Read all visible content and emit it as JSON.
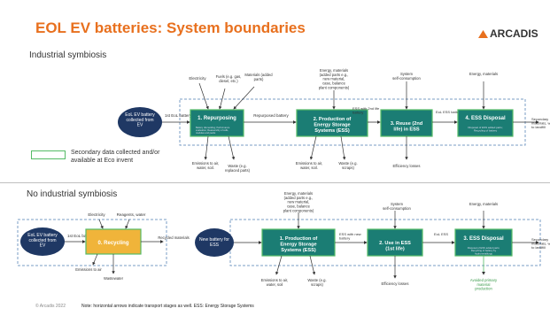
{
  "header": {
    "title": "EOL EV batteries: System boundaries",
    "logo_text": "ARCADIS"
  },
  "top": {
    "section_label": "Industrial symbiosis",
    "source": "EoL EV battery collected from EV",
    "arrow_first": "1st EoL battery",
    "inputs": {
      "electricity": "Electricity",
      "fuels": "Fuels (e.g. gas, diesel, etc.)",
      "materials": "Materials (added parts)",
      "energy_materials": "Energy, materials (added parts e.g., new material, case, balance plant components)",
      "self_consumption": "System self-consumption",
      "energy_materials_2": "Energy, materials"
    },
    "boxes": {
      "repurposing": "1. Repurposing",
      "repurposing_sub": "Battery dismantling; Performance evaluation; Reassembly of cells, modules and packs",
      "production": "2. Production of Energy Storage Systems (ESS)",
      "reuse": "3. Reuse (2nd life) in ESS",
      "disposal": "4. ESS Disposal",
      "disposal_sub": "Disposal of ESS added parts; Recycling of battery"
    },
    "arrows": {
      "repurposed": "Repurposed battery",
      "ess_with_battery": "ESS with 2nd life battery",
      "eol_ess": "EoL ESS battery",
      "secondary": "Secondary materials, waste to landfill"
    },
    "outputs": {
      "emissions1": "Emissions to air, water, soil.",
      "waste1": "Waste (e.g. replaced parts)",
      "emissions2": "Emissions to air, water, soil.",
      "waste2": "Waste (e.g. scraps)",
      "efficiency": "Efficiency losses"
    }
  },
  "legend": {
    "text": "Secondary data collected and/or available at Eco invent"
  },
  "bottom": {
    "section_label": "No industrial symbiosis",
    "source": "EoL EV battery collected from EV",
    "arrow_first": "1st EoL battery",
    "recycling": "0. Recycling",
    "electricity": "Electricity",
    "reagents": "Reagents, water",
    "recycled": "Recycled materials",
    "emissions_air": "Emissions to air",
    "wastewater": "Wastewater",
    "new_battery": "New battery for ESS",
    "energy_materials": "Energy, materials (added parts e.g., new material, case, balance plant components)",
    "self_consumption": "System self-consumption",
    "energy_materials_2": "Energy, materials",
    "production": "1. Production of Energy Storage Systems (ESS)",
    "use": "2. Use in ESS (1st life)",
    "disposal": "3. ESS Disposal",
    "disposal_sub": "Disposal of ESS added parts; Recycling of battery by hydrometallurgy",
    "ess_new": "ESS with new battery",
    "eol_ess": "EoL ESS",
    "secondary": "Secondary materials, waste to landfill",
    "emissions": "Emissions to air, water, soil",
    "waste": "Waste (e.g. scraps)",
    "efficiency": "Efficiency losses",
    "avoided": "Avoided primary material production"
  },
  "footer": {
    "copyright": "© Arcadis 2022",
    "note": "Note: horizontal arrows indicate transport stages as well. ESS: Energy Storage Systems"
  },
  "colors": {
    "accent": "#e8701e",
    "teal": "#1b7d74",
    "navy": "#1f3864",
    "recycle": "#f0b43a",
    "border_green": "#55bb66"
  }
}
